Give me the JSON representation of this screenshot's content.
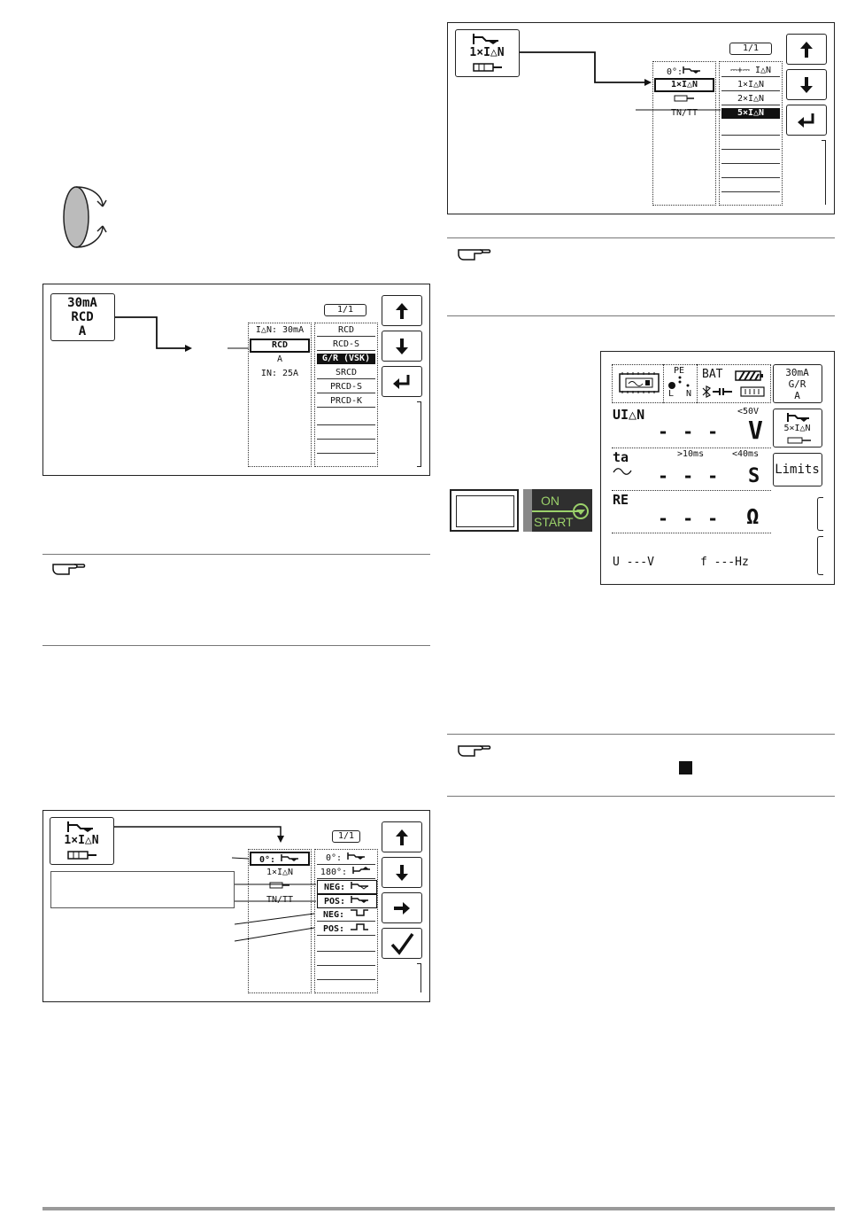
{
  "fig1": {
    "icon_lines": [
      "30mA",
      "RCD",
      "A"
    ],
    "page": "1/1",
    "left_col": {
      "ian": "I△N: 30mA",
      "sel": "RCD",
      "sub": "A",
      "in": "IN:   25A"
    },
    "right_col": [
      "RCD",
      "RCD-S",
      "G/R (VSK)",
      "SRCD",
      "PRCD-S",
      "PRCD-K"
    ]
  },
  "fig2": {
    "icon_label": "1×I△N",
    "page": "1/1",
    "left_col": {
      "sel": "0°:",
      "mult": "1×I△N",
      "net": "TN/TT"
    },
    "right_col": [
      "0°:",
      "180°:",
      "NEG:",
      "POS:",
      "NEG:",
      "POS:"
    ]
  },
  "fig3": {
    "icon_label": "1×I△N",
    "page": "1/1",
    "left_col": {
      "top": "0°:",
      "sel": "1×I△N",
      "net": "TN/TT"
    },
    "right_col": [
      "⎓+⎓ I△N",
      "1×I△N",
      "2×I△N",
      "5×I△N"
    ]
  },
  "fig4": {
    "switch_on": "ON",
    "switch_start": "START",
    "top_pe": "PE",
    "top_l": "L",
    "top_n": "N",
    "top_bat": "BAT",
    "r1_label": "UI△N",
    "r1_limit": "<50V",
    "r1_value": "- - -",
    "r1_unit": "V",
    "r2_label": "ta",
    "r2_lim_a": ">10ms",
    "r2_lim_b": "<40ms",
    "r2_value": "- - -",
    "r2_unit": "S",
    "r3_label": "RE",
    "r3_value": "- - -",
    "r3_unit": "Ω",
    "bottom_u": "U  ---V",
    "bottom_f": "f  ---Hz",
    "side_icon_lines": [
      "30mA",
      "G/R",
      "A"
    ],
    "side_mult": "5×I△N",
    "side_limits": "Limits"
  }
}
